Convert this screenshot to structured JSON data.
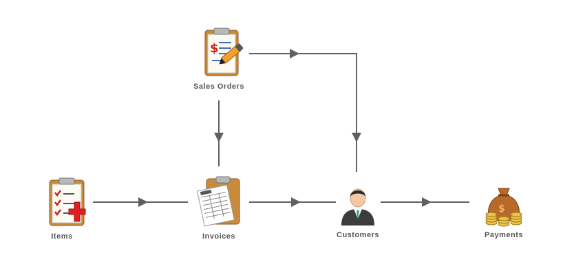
{
  "nodes": {
    "items": {
      "label": "Items"
    },
    "sales": {
      "label": "Sales Orders"
    },
    "invoices": {
      "label": "Invoices"
    },
    "customers": {
      "label": "Customers"
    },
    "payments": {
      "label": "Payments"
    }
  },
  "colors": {
    "connector": "#606060",
    "label": "#555555"
  },
  "icons": {
    "items": "clipboard-checklist-add-icon",
    "sales": "clipboard-pen-dollar-icon",
    "invoices": "clipboard-invoice-icon",
    "customers": "customer-person-icon",
    "payments": "money-bag-coins-icon"
  }
}
